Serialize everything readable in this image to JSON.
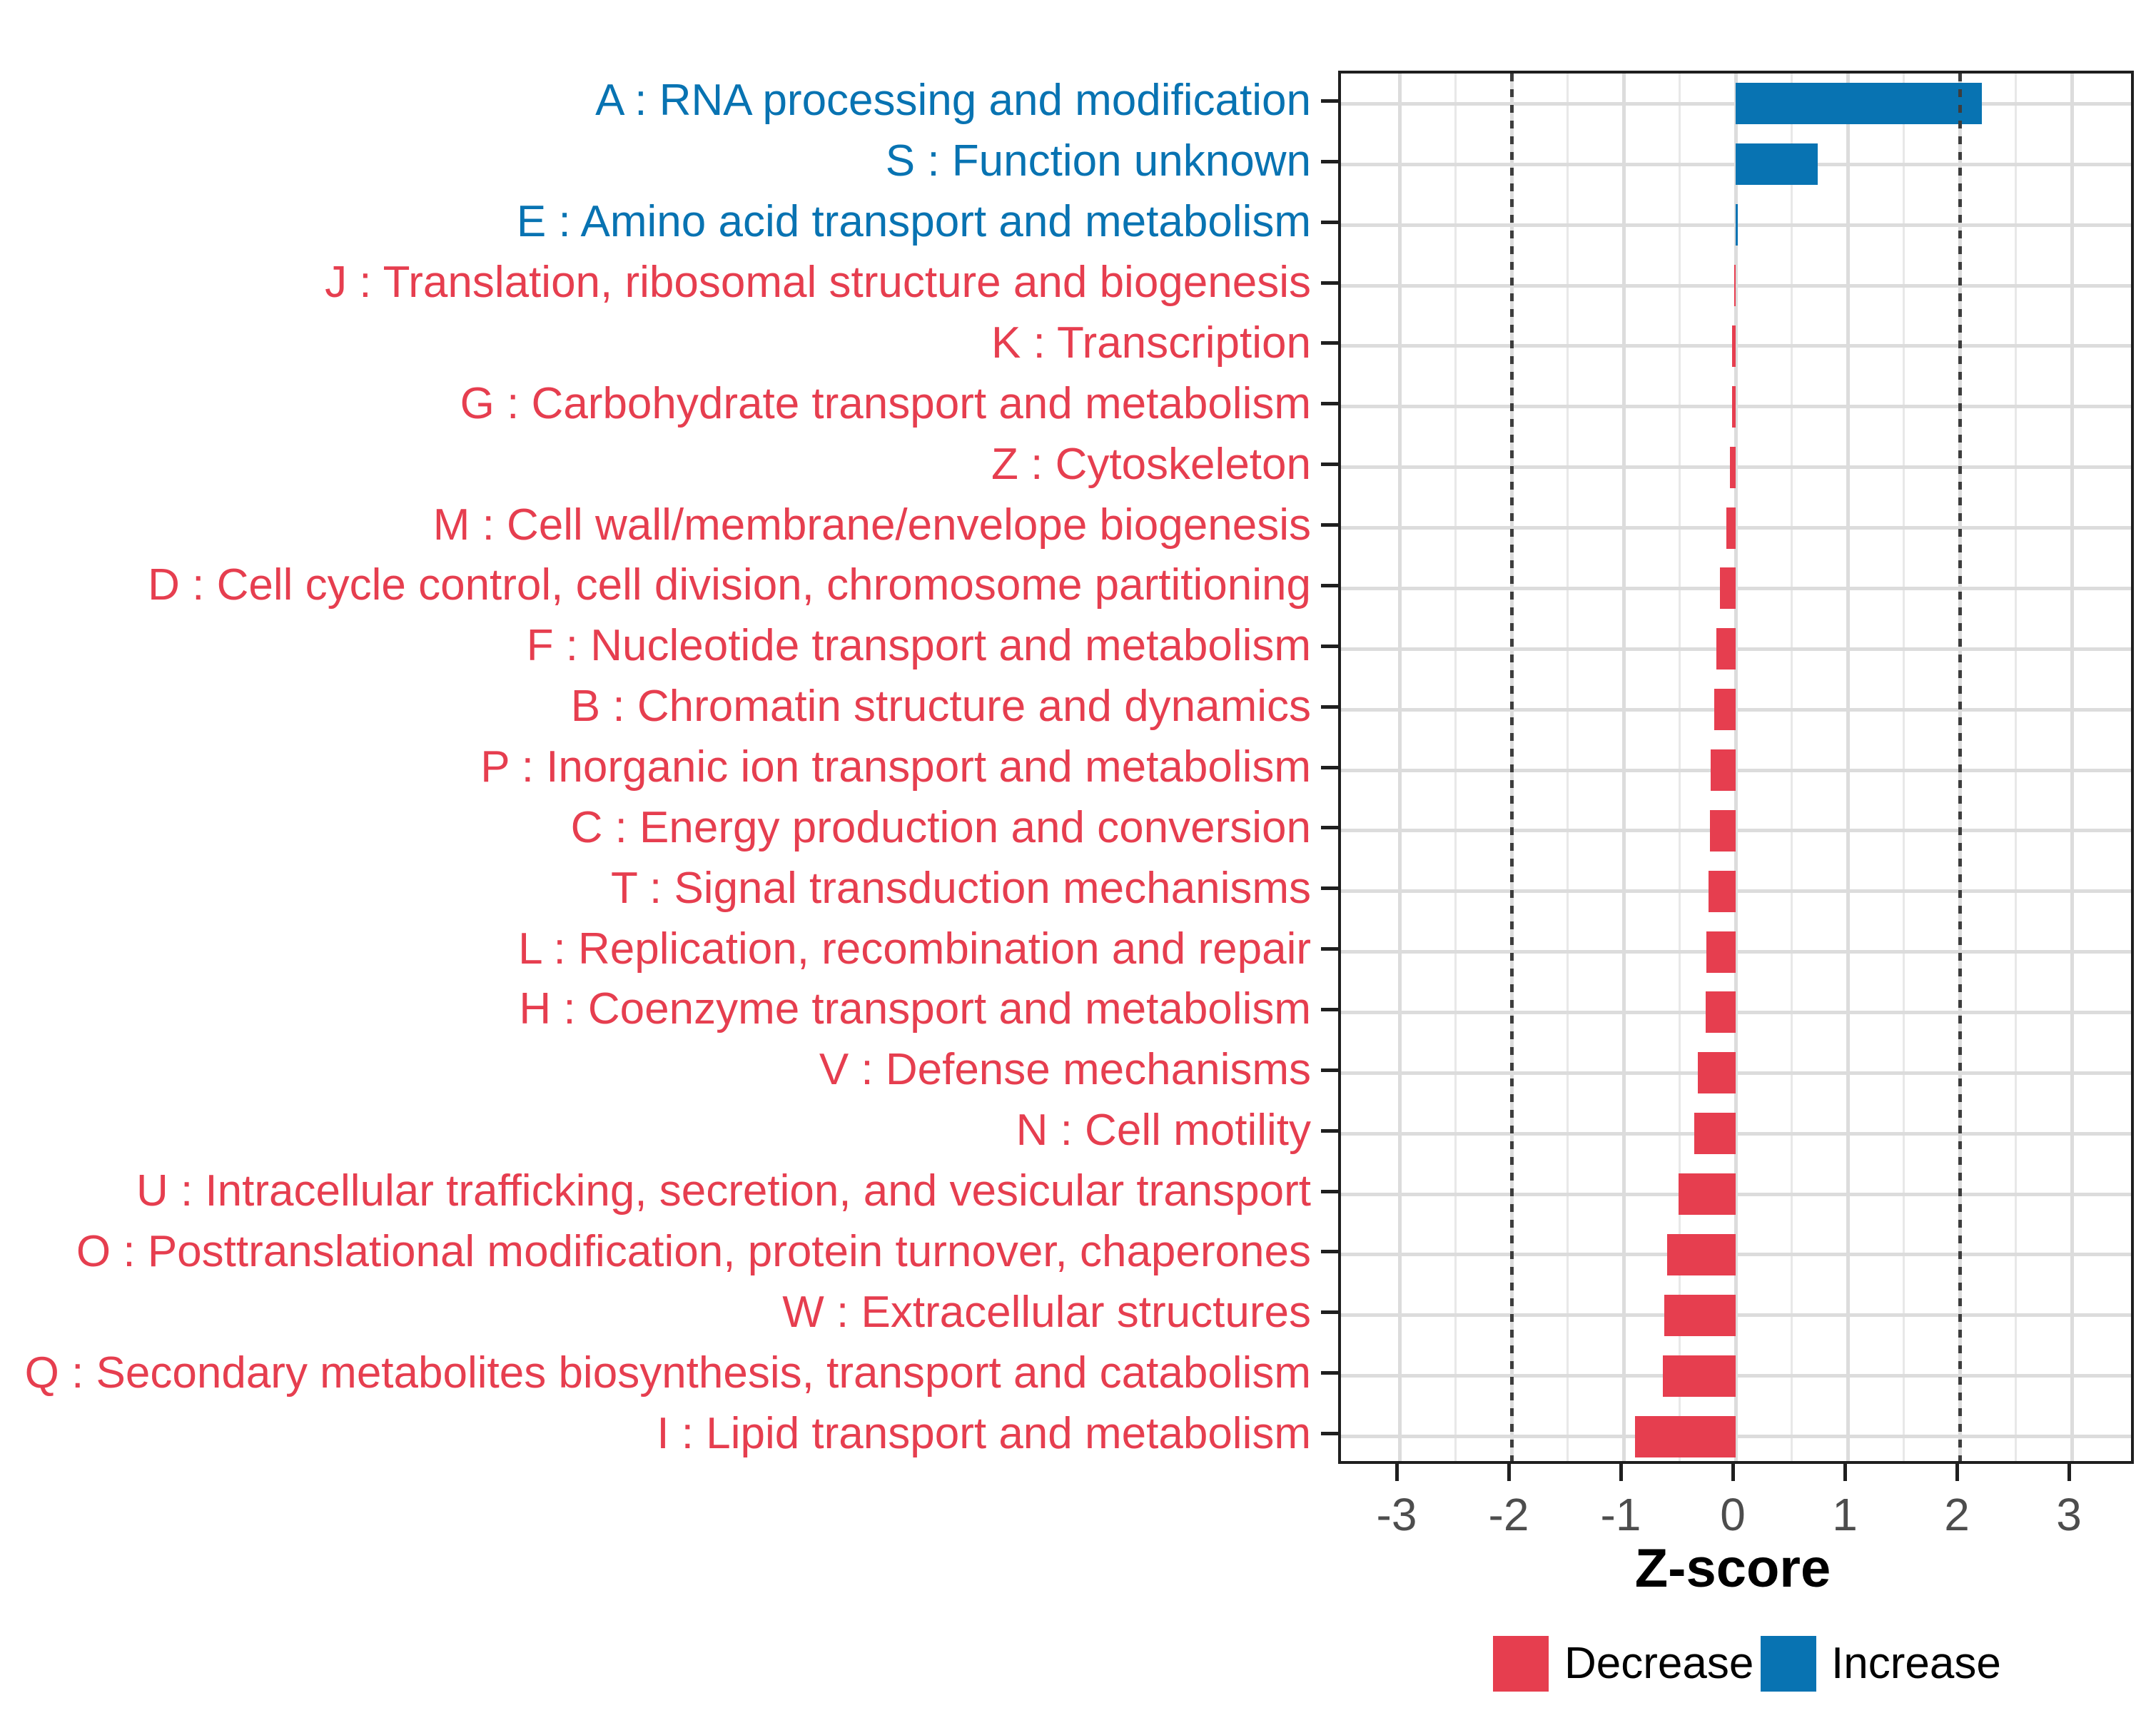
{
  "chart_data": {
    "type": "bar",
    "orientation": "horizontal",
    "title": "",
    "xlabel": "Z-score",
    "ylabel": "",
    "x_ticks": [
      -3,
      -2,
      -1,
      0,
      1,
      2,
      3
    ],
    "x_minor_ticks": [
      -2.5,
      -1.5,
      -0.5,
      0.5,
      1.5,
      2.5
    ],
    "xlim": [
      -3.52,
      3.58
    ],
    "grid": "major-and-minor",
    "reference_lines_dashed": [
      -2,
      2
    ],
    "legend": {
      "position": "bottom-right",
      "decrease_label": "Decrease",
      "increase_label": "Increase"
    },
    "colors": {
      "decrease": "#e63e4f",
      "increase": "#0873b2",
      "grid_major": "#dcdcdc",
      "grid_minor": "#e8e8e8",
      "reference_line": "#3d3d3d",
      "panel_border": "#1f1f1f",
      "tick_label": "#4d4d4d",
      "axis_title": "#000000"
    },
    "categories": [
      {
        "code": "A",
        "label": "A : RNA processing and modification",
        "value": 2.2,
        "group": "increase"
      },
      {
        "code": "S",
        "label": "S : Function unknown",
        "value": 0.73,
        "group": "increase"
      },
      {
        "code": "E",
        "label": "E : Amino acid transport and metabolism",
        "value": 0.02,
        "group": "increase"
      },
      {
        "code": "J",
        "label": "J : Translation, ribosomal structure and biogenesis",
        "value": -0.01,
        "group": "decrease"
      },
      {
        "code": "K",
        "label": "K : Transcription",
        "value": -0.03,
        "group": "decrease"
      },
      {
        "code": "G",
        "label": "G : Carbohydrate transport and metabolism",
        "value": -0.03,
        "group": "decrease"
      },
      {
        "code": "Z",
        "label": "Z : Cytoskeleton",
        "value": -0.05,
        "group": "decrease"
      },
      {
        "code": "M",
        "label": "M : Cell wall/membrane/envelope biogenesis",
        "value": -0.08,
        "group": "decrease"
      },
      {
        "code": "D",
        "label": "D : Cell cycle control, cell division, chromosome partitioning",
        "value": -0.14,
        "group": "decrease"
      },
      {
        "code": "F",
        "label": "F : Nucleotide transport and metabolism",
        "value": -0.17,
        "group": "decrease"
      },
      {
        "code": "B",
        "label": "B : Chromatin structure and dynamics",
        "value": -0.19,
        "group": "decrease"
      },
      {
        "code": "P",
        "label": "P : Inorganic ion transport and metabolism",
        "value": -0.22,
        "group": "decrease"
      },
      {
        "code": "C",
        "label": "C : Energy production and conversion",
        "value": -0.23,
        "group": "decrease"
      },
      {
        "code": "T",
        "label": "T : Signal transduction mechanisms",
        "value": -0.24,
        "group": "decrease"
      },
      {
        "code": "L",
        "label": "L : Replication, recombination and repair",
        "value": -0.26,
        "group": "decrease"
      },
      {
        "code": "H",
        "label": "H : Coenzyme transport and metabolism",
        "value": -0.27,
        "group": "decrease"
      },
      {
        "code": "V",
        "label": "V : Defense mechanisms",
        "value": -0.34,
        "group": "decrease"
      },
      {
        "code": "N",
        "label": "N : Cell motility",
        "value": -0.37,
        "group": "decrease"
      },
      {
        "code": "U",
        "label": "U : Intracellular trafficking, secretion, and vesicular transport",
        "value": -0.51,
        "group": "decrease"
      },
      {
        "code": "O",
        "label": "O : Posttranslational modification, protein turnover, chaperones",
        "value": -0.61,
        "group": "decrease"
      },
      {
        "code": "W",
        "label": "W : Extracellular structures",
        "value": -0.64,
        "group": "decrease"
      },
      {
        "code": "Q",
        "label": "Q : Secondary metabolites biosynthesis, transport and catabolism",
        "value": -0.65,
        "group": "decrease"
      },
      {
        "code": "I",
        "label": "I : Lipid transport and metabolism",
        "value": -0.9,
        "group": "decrease"
      }
    ]
  }
}
